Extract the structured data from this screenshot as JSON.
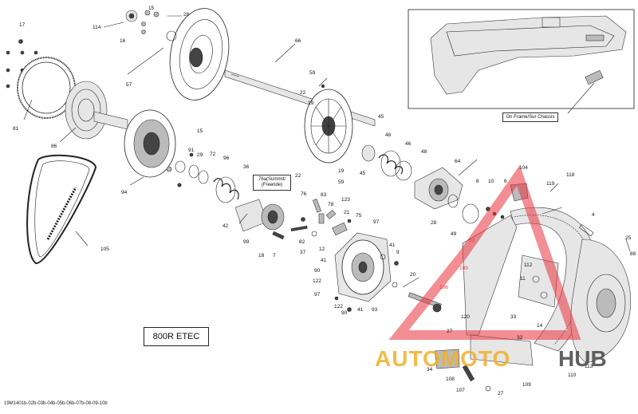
{
  "diagram": {
    "model_label": "800R ETEC",
    "reference_code": "19M1401b-02b-03b-04b-05b-06b-07b-08-09-10b",
    "inset_label": "On Frame/Sur Chassis",
    "variant_label_line1": "76a(Summit/",
    "variant_label_line2": "(Freeride)",
    "watermark_left": "AUTOMOTO",
    "watermark_right": "HUB",
    "colors": {
      "watermark_red": "#e8323c",
      "watermark_orange": "#f0af28",
      "line": "#222222"
    }
  },
  "callouts": {
    "c1": "17",
    "c2": "114",
    "c3": "15",
    "c4": "16",
    "c5": "28",
    "c6": "57",
    "c7": "66",
    "c8": "81",
    "c9": "86",
    "c10": "59",
    "c11": "22",
    "c12": "19",
    "c13": "45",
    "c14": "15",
    "c15": "91",
    "c16": "29",
    "c17": "72",
    "c18": "96",
    "c19": "36",
    "c20": "94",
    "c21": "105",
    "c22": "46",
    "c23": "48",
    "c24": "48",
    "c25": "45",
    "c26": "64",
    "c27": "22",
    "c28": "19",
    "c29": "59",
    "c30": "76",
    "c31": "83",
    "c32": "78",
    "c33": "123",
    "c34": "21",
    "c35": "75",
    "c36": "82",
    "c37": "37",
    "c38": "42",
    "c39": "99",
    "c40": "18",
    "c41": "7",
    "c42": "97",
    "c43": "41",
    "c44": "9",
    "c45": "12",
    "c46": "41",
    "c47": "90",
    "c48": "122",
    "c49": "97",
    "c50": "122",
    "c51": "90",
    "c52": "41",
    "c53": "93",
    "c54": "20",
    "c55": "28",
    "c56": "49",
    "c57": "8",
    "c58": "10",
    "c59": "6",
    "c60": "104",
    "c61": "119",
    "c62": "4",
    "c63": "52",
    "c64": "103",
    "c65": "106",
    "c66": "112",
    "c67": "11",
    "c68": "33",
    "c69": "14",
    "c70": "120",
    "c71": "27",
    "c72": "32",
    "c73": "34",
    "c74": "108",
    "c75": "107",
    "c76": "27",
    "c77": "109",
    "c78": "110",
    "c79": "113",
    "c80": "25",
    "c81": "118",
    "c82": "88"
  }
}
